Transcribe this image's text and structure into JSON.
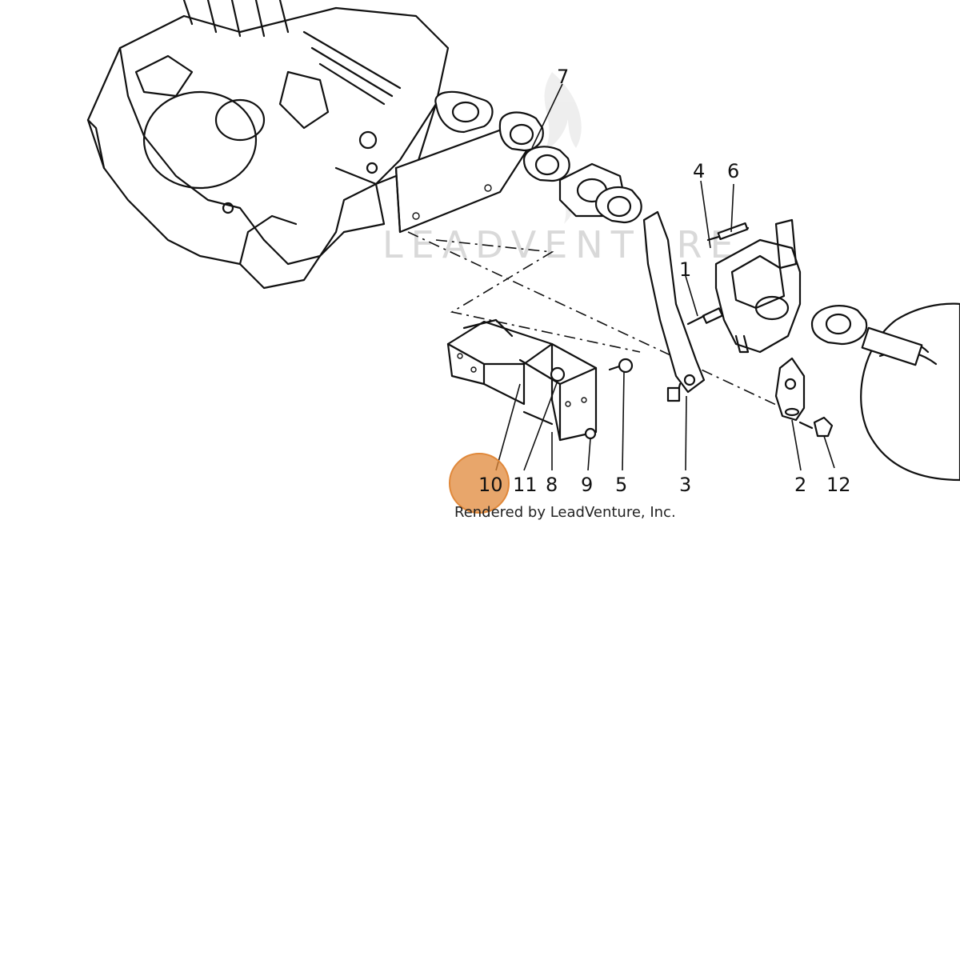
{
  "callouts": [
    {
      "id": "1",
      "label": "1"
    },
    {
      "id": "2",
      "label": "2"
    },
    {
      "id": "3",
      "label": "3"
    },
    {
      "id": "4",
      "label": "4"
    },
    {
      "id": "5",
      "label": "5"
    },
    {
      "id": "6",
      "label": "6"
    },
    {
      "id": "7",
      "label": "7"
    },
    {
      "id": "8",
      "label": "8"
    },
    {
      "id": "9",
      "label": "9"
    },
    {
      "id": "10",
      "label": "10"
    },
    {
      "id": "11",
      "label": "11"
    },
    {
      "id": "12",
      "label": "12"
    }
  ],
  "credit": "Rendered by LeadVenture, Inc.",
  "watermark": "LEADVENTURE",
  "highlight": {
    "callout": "10",
    "color": "#e0883a"
  },
  "colors": {
    "ink": "#111111",
    "background": "#ffffff",
    "watermark": "#d9d9d9"
  }
}
